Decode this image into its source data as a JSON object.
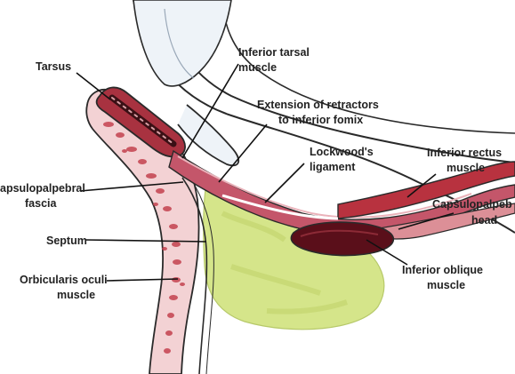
{
  "labels": {
    "tarsus": "Tarsus",
    "inferior_tarsal_muscle": [
      "Inferior tarsal",
      "muscle"
    ],
    "extension_of_retractors": [
      "Extension of retractors",
      "to inferior fomix"
    ],
    "lockwoods_ligament": [
      "Lockwood's",
      "ligament"
    ],
    "inferior_rectus_muscle": [
      "Inferior rectus",
      "muscle"
    ],
    "capsulopalpebral_head": [
      "Capsulopalpeb",
      "head"
    ],
    "capsulopalpebral_fascia": [
      "apsulopalpebral",
      "fascia"
    ],
    "septum": "Septum",
    "orbicularis_oculi_muscle": [
      "Orbicularis oculi",
      "muscle"
    ],
    "inferior_oblique_muscle": [
      "Inferior oblique",
      "muscle"
    ]
  },
  "colors": {
    "muscle_red": "#b8323f",
    "muscle_pink": "#dc8f97",
    "fat_yellow_green": "#d5e58a",
    "conjunctiva_blue": "#eef3f8",
    "outline": "#2a2a2a"
  }
}
